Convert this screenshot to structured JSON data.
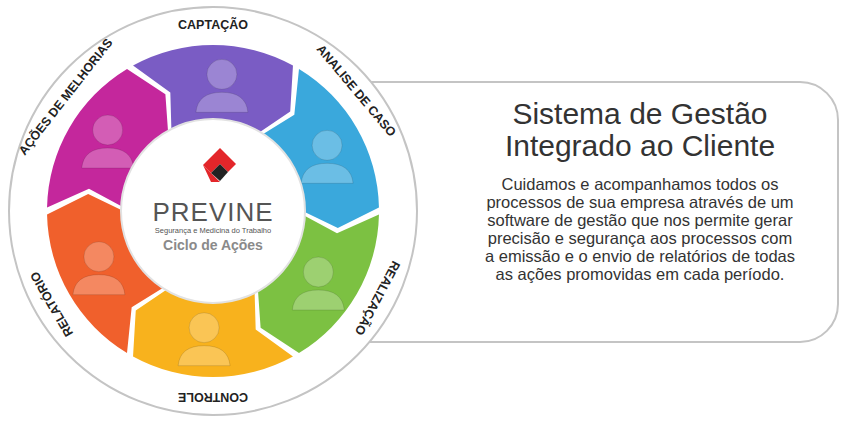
{
  "diagram": {
    "nodes": [
      {
        "text": [
          "PREVINE",
          "Segurança e Medicina do Trabalho",
          "Ciclo de Ações"
        ]
      },
      {
        "text": [
          "Sistema de Gestão Integrado ao Cliente",
          "Cuidamos e acompanhamos todos os processos de sua empresa através de um software de gestão que nos permite gerar precisão e segurança aos processos com a emissão e o envio de relatórios de todas as ações promovidas em cada período."
        ]
      }
    ],
    "labels": [
      "CAPTAÇÃO",
      "ANALISE DE CASO",
      "REALIZAÇÃO",
      "CONTROLE",
      "RELATÓRIO",
      "AÇÕES DE MELHORIAS"
    ]
  }
}
